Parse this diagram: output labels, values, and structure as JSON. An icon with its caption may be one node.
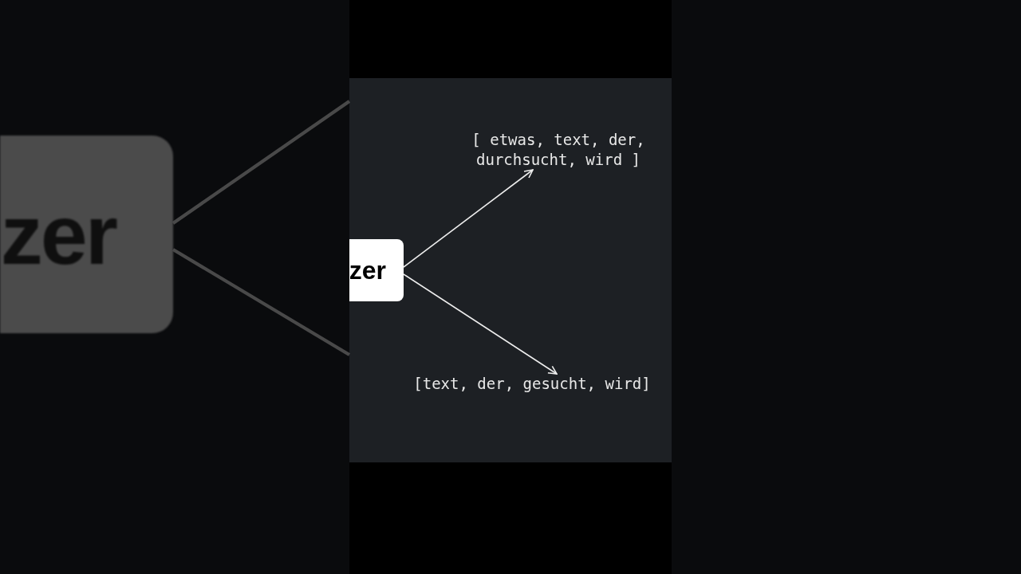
{
  "diagram": {
    "nodes": [
      {
        "text": [
          "zer"
        ]
      },
      {
        "text": [
          "zer"
        ]
      },
      {
        "text": [
          "[ etwas, text, der, durchsucht, wird ]"
        ]
      },
      {
        "text": [
          "[text, der, gesucht, wird]"
        ]
      }
    ],
    "edges": [
      {
        "from": 0,
        "to": null,
        "arrow": "none",
        "style": "thick",
        "color": "#4a4a4a"
      },
      {
        "from": 0,
        "to": null,
        "arrow": "none",
        "style": "thick",
        "color": "#4a4a4a"
      },
      {
        "from": 1,
        "to": 2,
        "arrow": "to",
        "color": "#eeeeee"
      },
      {
        "from": 1,
        "to": 3,
        "arrow": "to",
        "color": "#eeeeee"
      }
    ]
  }
}
